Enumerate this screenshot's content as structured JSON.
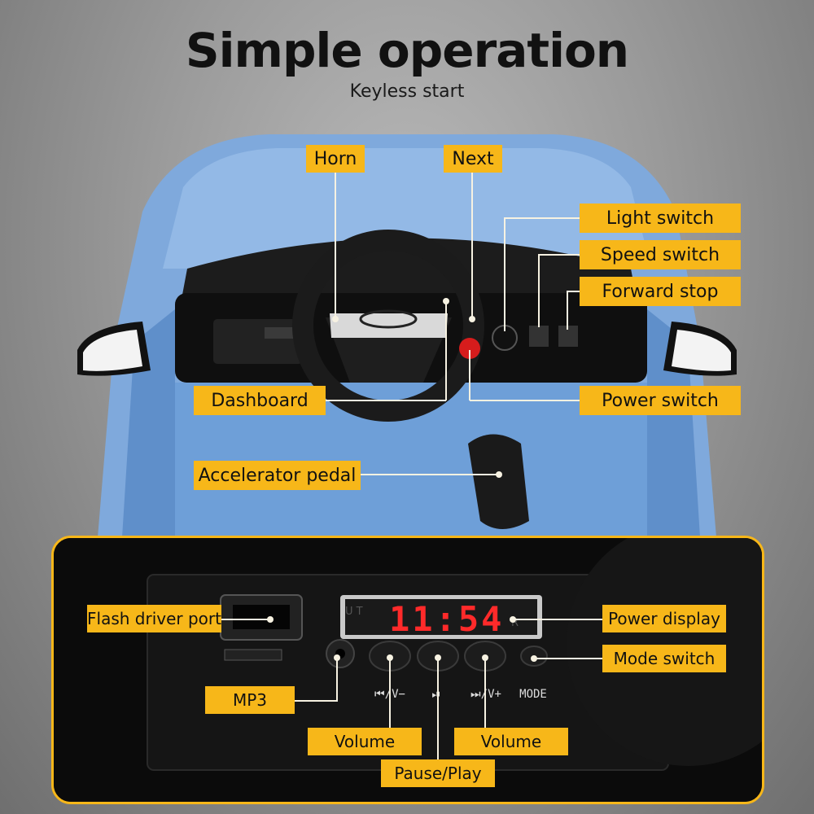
{
  "title": "Simple operation",
  "subtitle": "Keyless start",
  "labels": {
    "horn": "Horn",
    "next": "Next",
    "light_switch": "Light switch",
    "speed_switch": "Speed switch",
    "forward_stop": "Forward stop",
    "dashboard": "Dashboard",
    "power_switch": "Power switch",
    "accelerator_pedal": "Accelerator pedal",
    "flash_driver_port": "Flash driver port",
    "power_display": "Power display",
    "mode_switch": "Mode switch",
    "mp3": "MP3",
    "volume_down": "Volume",
    "volume_up": "Volume",
    "pause_play": "Pause/Play"
  },
  "display": {
    "time": "11:54",
    "left_chars": "U T",
    "right_chars": "R"
  },
  "buttons": {
    "prev": "⏮/V−",
    "play": "⏯",
    "next": "⏭/V+",
    "mode": "MODE"
  },
  "colors": {
    "accent": "#f7b719",
    "car_blue": "#7fa9dc",
    "display_red": "#ff2a2a"
  }
}
